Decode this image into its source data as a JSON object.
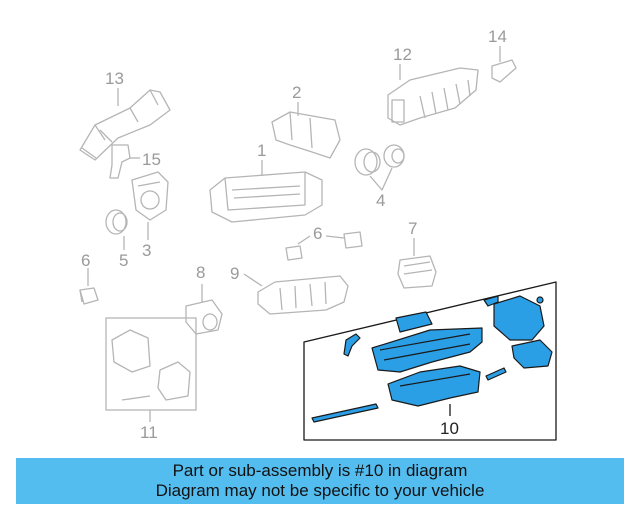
{
  "callouts": {
    "c1": "1",
    "c2": "2",
    "c3": "3",
    "c4": "4",
    "c5": "5",
    "c6a": "6",
    "c6b": "6",
    "c7": "7",
    "c8": "8",
    "c9": "9",
    "c10": "10",
    "c11": "11",
    "c12": "12",
    "c13": "13",
    "c14": "14",
    "c15": "15"
  },
  "highlight_part": "10",
  "colors": {
    "line": "#b5b5b5",
    "highlight_fill": "#2b9fe6",
    "highlight_stroke": "#1a1a1a",
    "banner": "#54bdf0"
  },
  "banner": {
    "line1": "Part or sub-assembly is #10 in diagram",
    "line2": "Diagram may not be specific to your vehicle"
  }
}
